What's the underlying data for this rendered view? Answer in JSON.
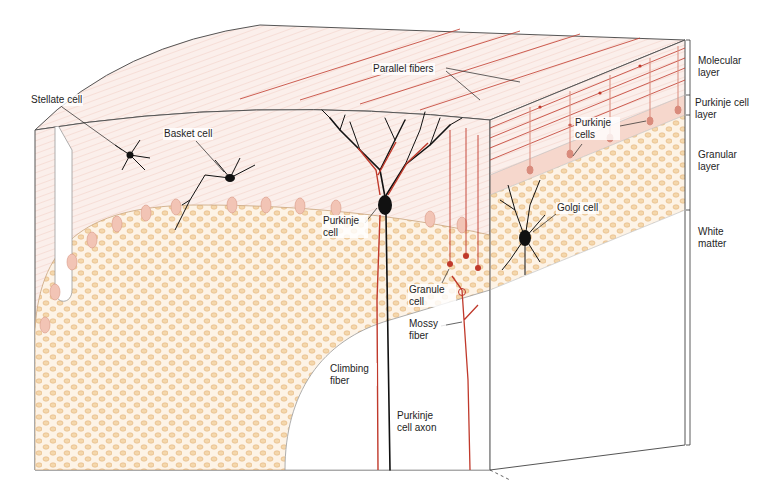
{
  "diagram": {
    "labels": [
      "Parallel fibers",
      "Molecular layer",
      "Stellate cell",
      "Basket cell",
      "Purkinje cell layer",
      "Purkinje cells",
      "Granular layer",
      "Purkinje cell",
      "Golgi cell",
      "White matter",
      "Granule cell",
      "Mossy fiber",
      "Climbing fiber",
      "Purkinje cell axon"
    ]
  }
}
